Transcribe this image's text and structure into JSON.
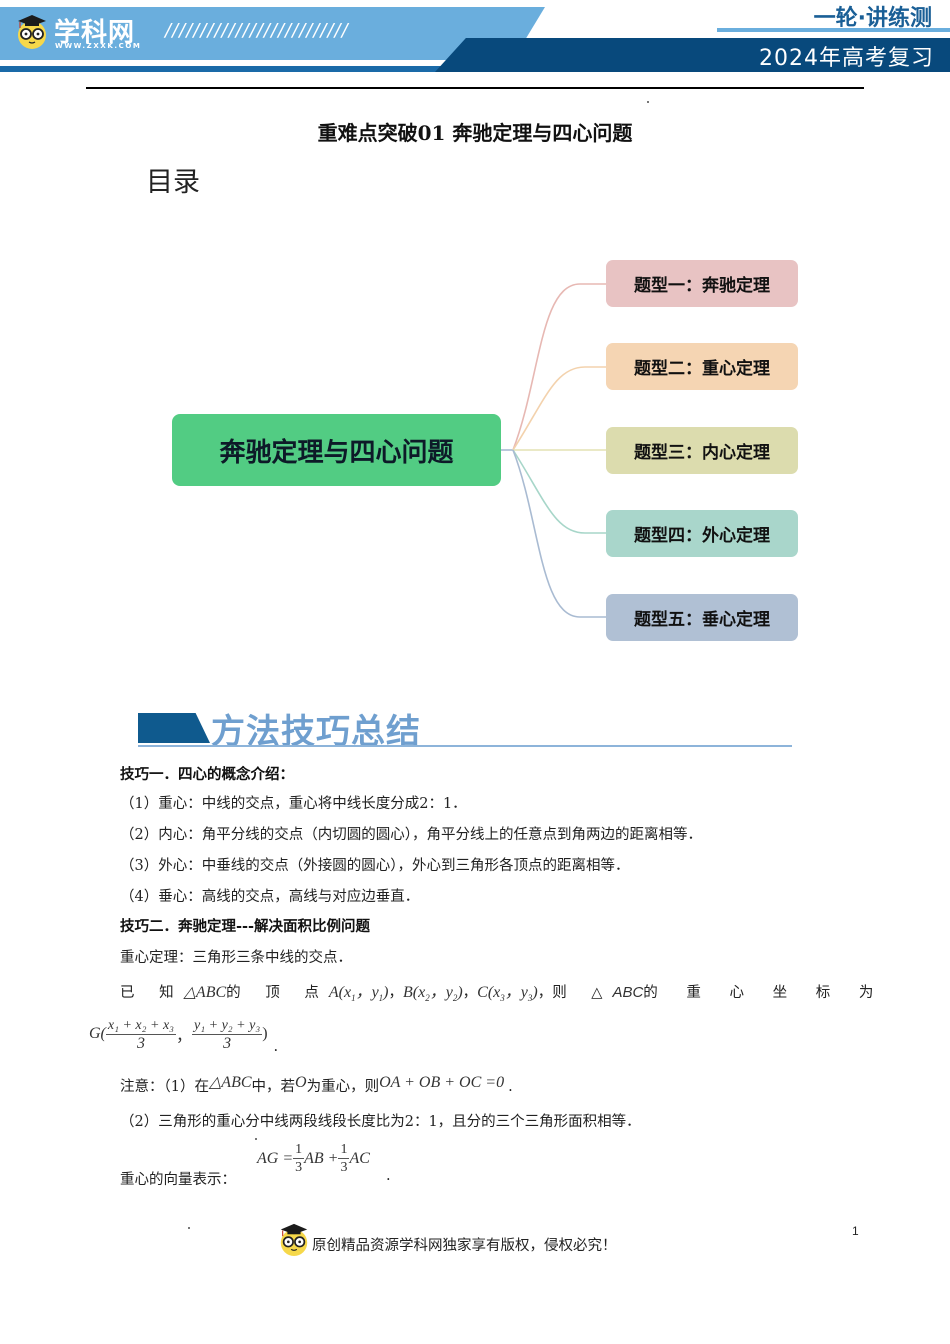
{
  "header": {
    "logo_name": "学科网",
    "logo_url": "WWW.ZXXK.COM",
    "slashes": "//////////////////////////",
    "series": "一轮·讲练测",
    "year_label": "2024年高考复习",
    "colors": {
      "light_blue": "#6aaedd",
      "dark_blue": "#08497c",
      "mid_blue": "#1a6aa8"
    }
  },
  "document": {
    "title": "重难点突破01 奔驰定理与四心问题",
    "toc_heading": "目录"
  },
  "mindmap": {
    "root": {
      "label": "奔驰定理与四心问题",
      "color": "#52cc83"
    },
    "nodes": [
      {
        "label": "题型一：奔驰定理",
        "color": "#e8c3c3",
        "line_color": "#e7b8b3"
      },
      {
        "label": "题型二：重心定理",
        "color": "#f5d5b3",
        "line_color": "#f3d2ad"
      },
      {
        "label": "题型三：内心定理",
        "color": "#dcdcae",
        "line_color": "#e4e2b4"
      },
      {
        "label": "题型四：外心定理",
        "color": "#a9d6cb",
        "line_color": "#a7d6c9"
      },
      {
        "label": "题型五：垂心定理",
        "color": "#b0c0d4",
        "line_color": "#a9bbd2"
      }
    ]
  },
  "section": {
    "title": "方法技巧总结"
  },
  "content": {
    "tip1_heading": "技巧一．四心的概念介绍：",
    "tip1_items": [
      "（1）重心：中线的交点，重心将中线长度分成2：1．",
      "（2）内心：角平分线的交点（内切圆的圆心），角平分线上的任意点到角两边的距离相等．",
      "（3）外心：中垂线的交点（外接圆的圆心），外心到三角形各顶点的距离相等．",
      "（4）垂心：高线的交点，高线与对应边垂直．"
    ],
    "tip2_heading": "技巧二．奔驰定理---解决面积比例问题",
    "centroid_theorem": "重心定理：三角形三条中线的交点．",
    "given": {
      "prefix": "已 知",
      "triangle": "△ABC",
      "vertices_word": "的 顶 点",
      "A": "A(x",
      "A_sub1": "1",
      "A_mid": "，y",
      "A_sub2": "1",
      "B": "B(x",
      "B_sub1": "2",
      "B_mid": "，y",
      "B_sub2": "2",
      "C": "C(x",
      "C_sub1": "3",
      "C_mid": "，y",
      "C_sub2": "3",
      "close": ")",
      "sep": "，",
      "then": "则 △",
      "abc": "ABC",
      "suffix": "的 重 心 坐 标 为"
    },
    "formula_G": {
      "G": "G(",
      "num_x": "x₁ + x₂ + x₃",
      "den_x": "3",
      "comma": "，",
      "num_y": "y₁ + y₂ + y₃",
      "den_y": "3",
      "close": ")",
      "end": "."
    },
    "note1": {
      "prefix": "注意：（1）在",
      "triangle": "△ABC",
      "mid1": "中，若",
      "O": "O",
      "mid2": "为重心，则",
      "formula": "OA + OB + OC =0",
      "end": "."
    },
    "note2": "（2）三角形的重心分中线两段线段长度比为2：1，且分的三个三角形面积相等．",
    "vector": {
      "label": "重心的向量表示：",
      "lhs": "AG =",
      "num1": "1",
      "den1": "3",
      "term1": "AB +",
      "num2": "1",
      "den2": "3",
      "term2": "AC",
      "end": "."
    }
  },
  "footer": {
    "text": "原创精品资源学科网独家享有版权，侵权必究！",
    "page_number": "1"
  }
}
